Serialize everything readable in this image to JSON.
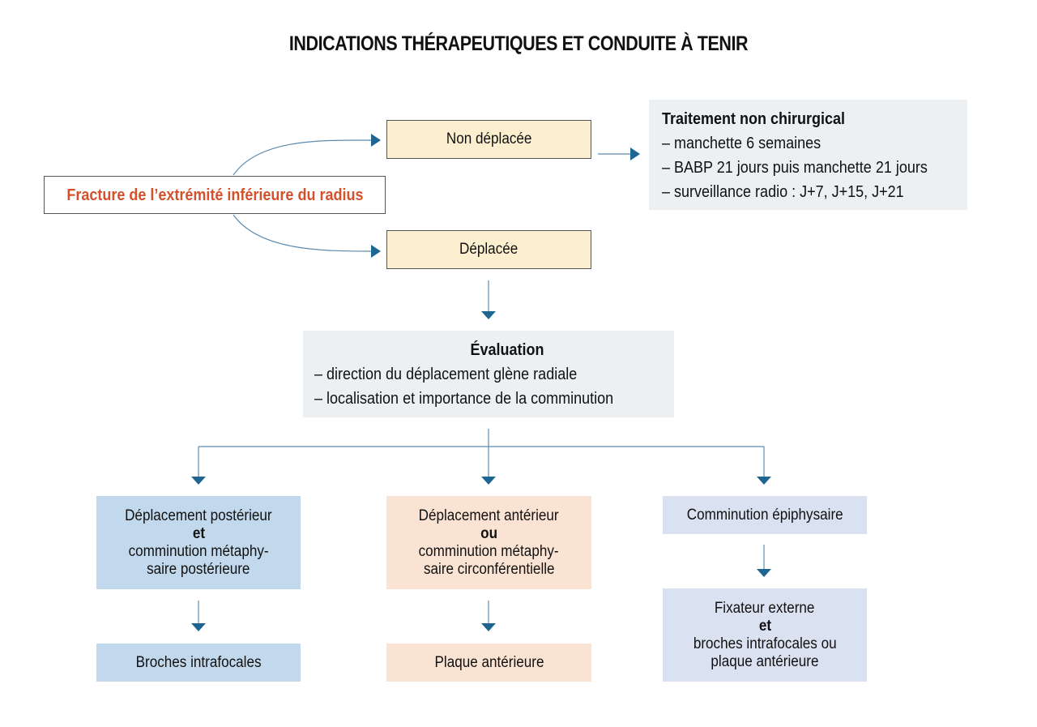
{
  "title": "INDICATIONS THÉRAPEUTIQUES ET CONDUITE À TENIR",
  "colors": {
    "arrow": "#1f6591",
    "line": "#5b8bb0",
    "start_text": "#d5502b",
    "yellow": "#fcefcf",
    "gray": "#edf0f3",
    "blue": "#c2d8ec",
    "peach": "#fae3d2",
    "lavender": "#dae2f1"
  },
  "nodes": {
    "start": "Fracture de l’extrémité inférieure du radius",
    "non_deplacee": "Non déplacée",
    "deplacee": "Déplacée",
    "non_chir": {
      "heading": "Traitement non chirurgical",
      "items": [
        "– manchette 6 semaines",
        "– BABP 21 jours puis manchette 21 jours",
        "– surveillance radio : J+7, J+15, J+21"
      ]
    },
    "evaluation": {
      "heading": "Évaluation",
      "items": [
        "– direction du déplacement glène radiale",
        "– localisation et importance de la comminution"
      ]
    },
    "posterior": {
      "line1": "Déplacement postérieur",
      "conj": "et",
      "line2": "comminution métaphy-",
      "line3": "saire postérieure"
    },
    "anterior": {
      "line1": "Déplacement antérieur",
      "conj": "ou",
      "line2": "comminution métaphy-",
      "line3": "saire circonférentielle"
    },
    "epiphysaire": "Comminution épiphysaire",
    "broches": "Broches intrafocales",
    "plaque": "Plaque antérieure",
    "fixateur": {
      "line1": "Fixateur externe",
      "conj": "et",
      "line2": "broches intrafocales ou",
      "line3": "plaque antérieure"
    }
  }
}
